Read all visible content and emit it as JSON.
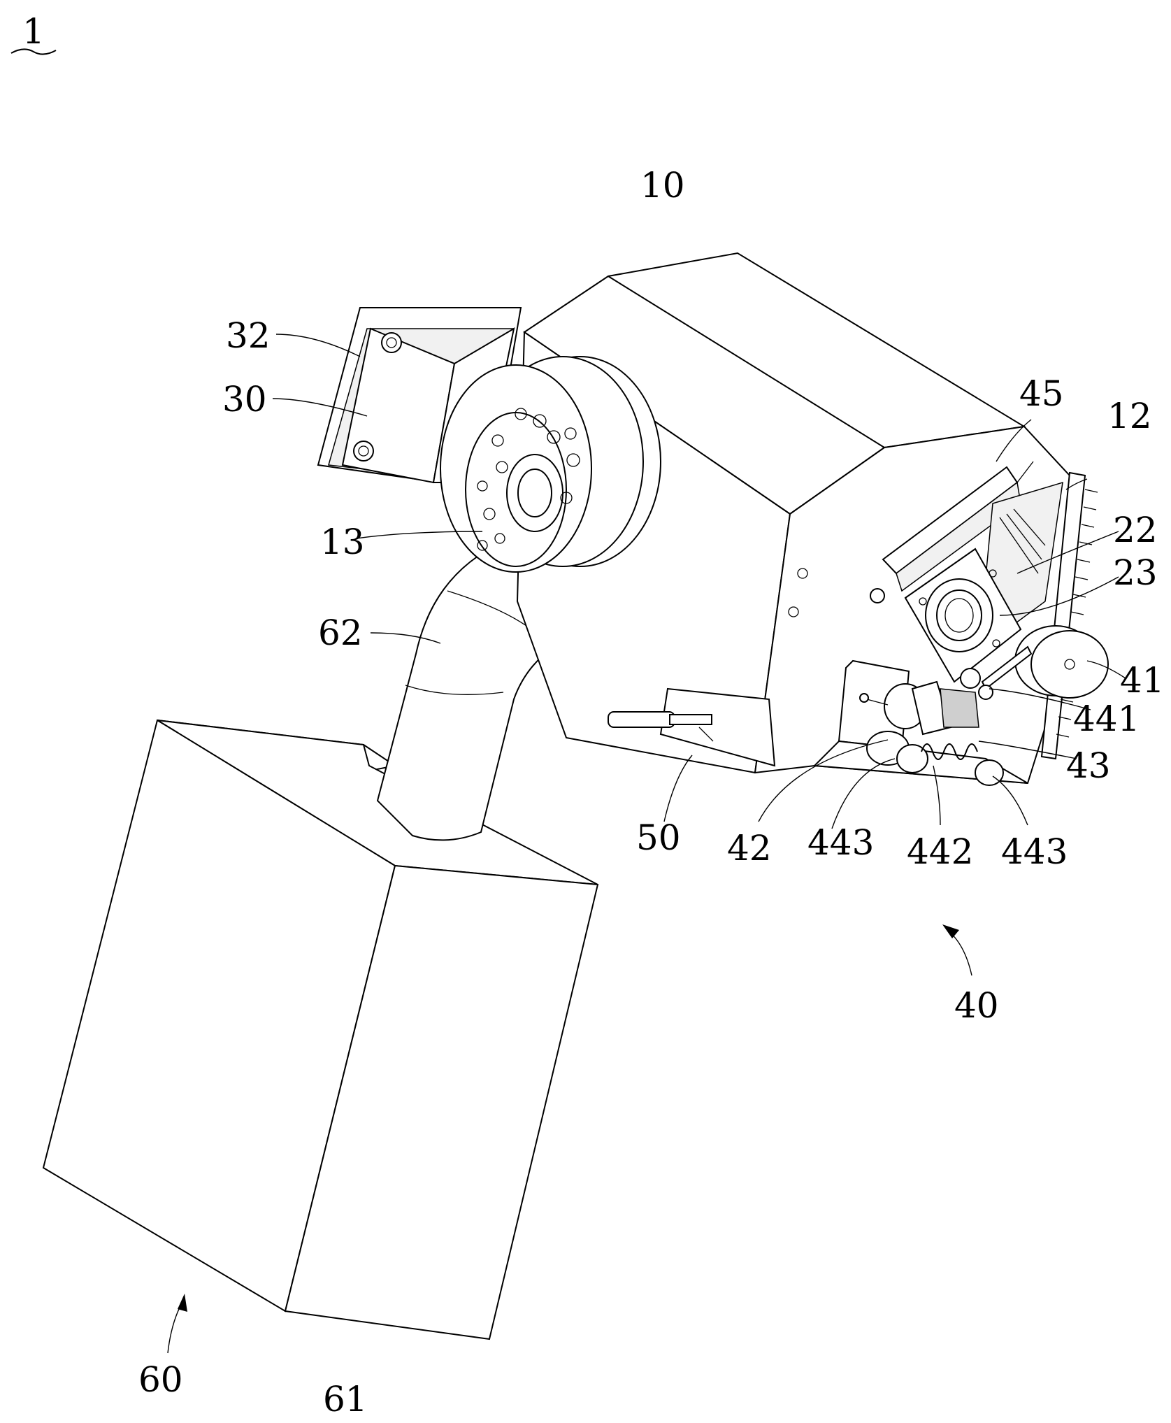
{
  "figure_number": "1",
  "labels": {
    "l10": "10",
    "l32": "32",
    "l30": "30",
    "l13": "13",
    "l62": "62",
    "l45": "45",
    "l12": "12",
    "l22": "22",
    "l23": "23",
    "l41": "41",
    "l441": "441",
    "l43": "43",
    "l50": "50",
    "l42": "42",
    "l443a": "443",
    "l442": "442",
    "l443b": "443",
    "l40": "40",
    "l60": "60",
    "l61": "61"
  }
}
